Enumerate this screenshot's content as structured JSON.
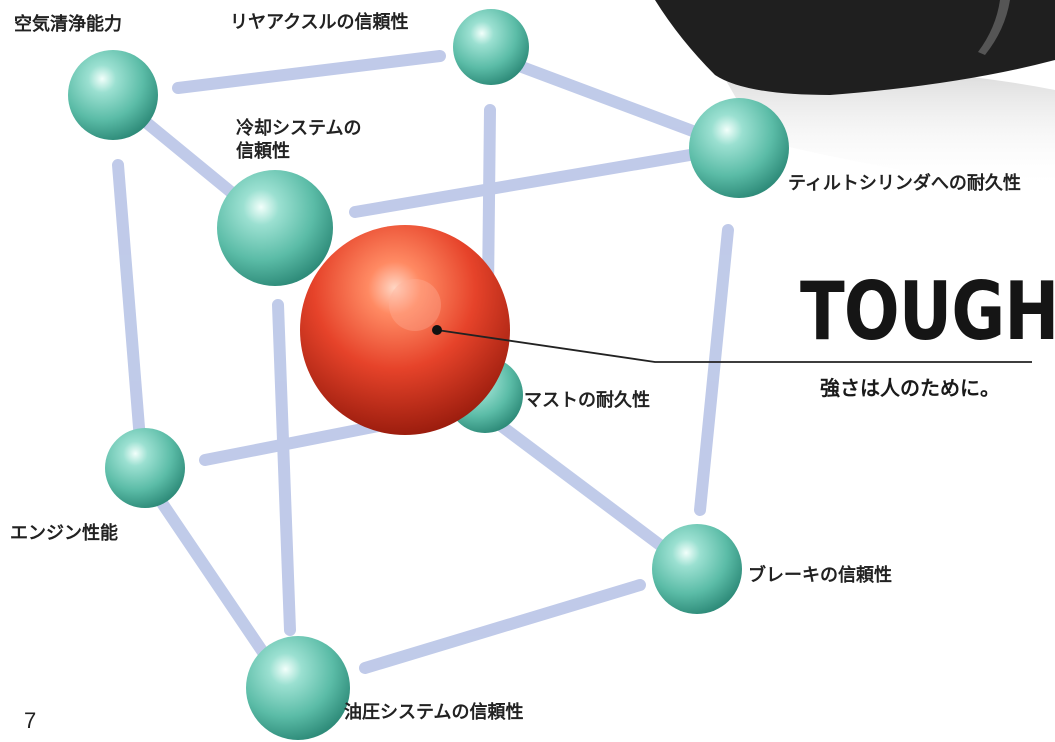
{
  "colors": {
    "connector": "#bdc8e8",
    "sphere_teal": "#62c2ae",
    "sphere_center": "#e8442a",
    "pointer_line": "#222222",
    "machine_dark": "#1f1f1f"
  },
  "center_sphere": {
    "name": "tough-core"
  },
  "nodes": [
    {
      "label": "空気清浄能力"
    },
    {
      "label": "リヤアクスルの信頼性"
    },
    {
      "label": "冷却システムの\n信頼性"
    },
    {
      "label": "ティルトシリンダへの耐久性"
    },
    {
      "label": "マストの耐久性"
    },
    {
      "label": "エンジン性能"
    },
    {
      "label": "ブレーキの信頼性"
    },
    {
      "label": "油圧システムの信頼性"
    }
  ],
  "headline": "TOUGH",
  "tagline": "強さは人のために。",
  "page_number": "7"
}
